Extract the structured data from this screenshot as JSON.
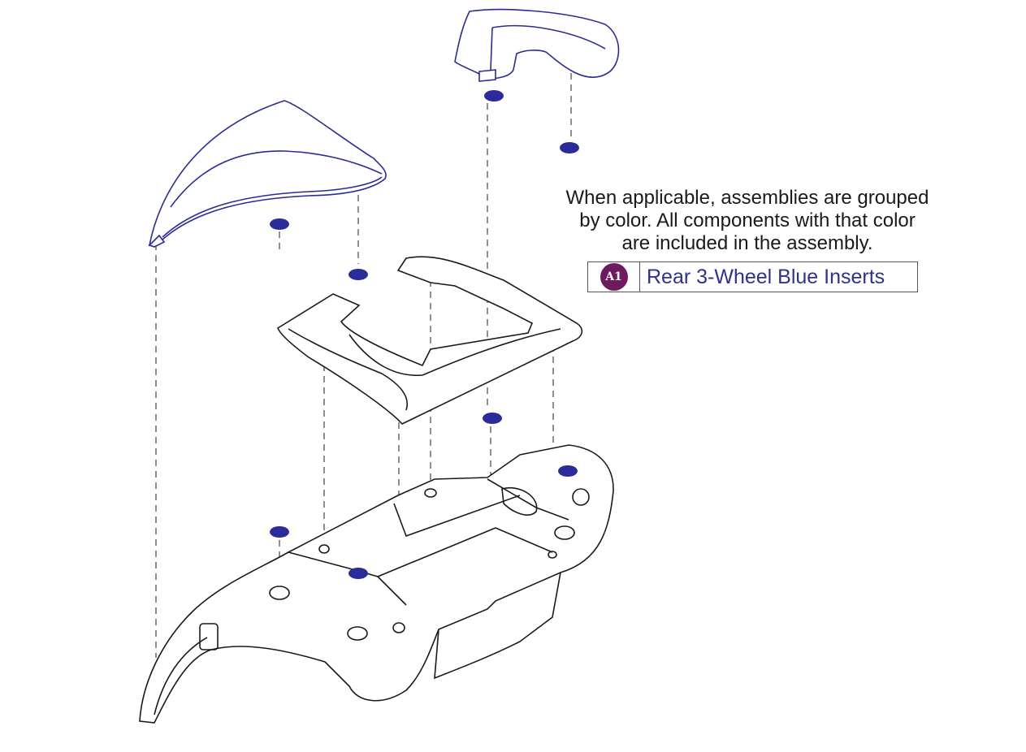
{
  "colors": {
    "assembly_blue": "#2b2b9b",
    "outline_black": "#1a1a1a",
    "badge_purple": "#6e1a5e",
    "label_blue": "#2e3192"
  },
  "note": {
    "lines": [
      "When applicable, assemblies are grouped",
      "by color. All components with that color",
      "are included in the assembly."
    ]
  },
  "legend": {
    "badge": "A1",
    "label": "Rear 3-Wheel Blue Inserts"
  }
}
